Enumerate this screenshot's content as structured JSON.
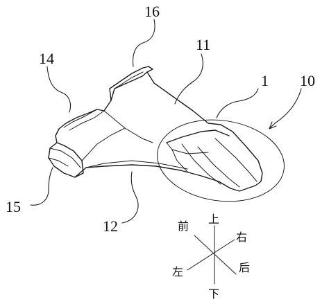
{
  "labels": {
    "l16": "16",
    "l11": "11",
    "l14": "14",
    "l1": "1",
    "l10": "10",
    "l15": "15",
    "l12": "12"
  },
  "directions": {
    "up": "上",
    "down": "下",
    "front": "前",
    "back": "后",
    "left": "左",
    "right": "右"
  }
}
